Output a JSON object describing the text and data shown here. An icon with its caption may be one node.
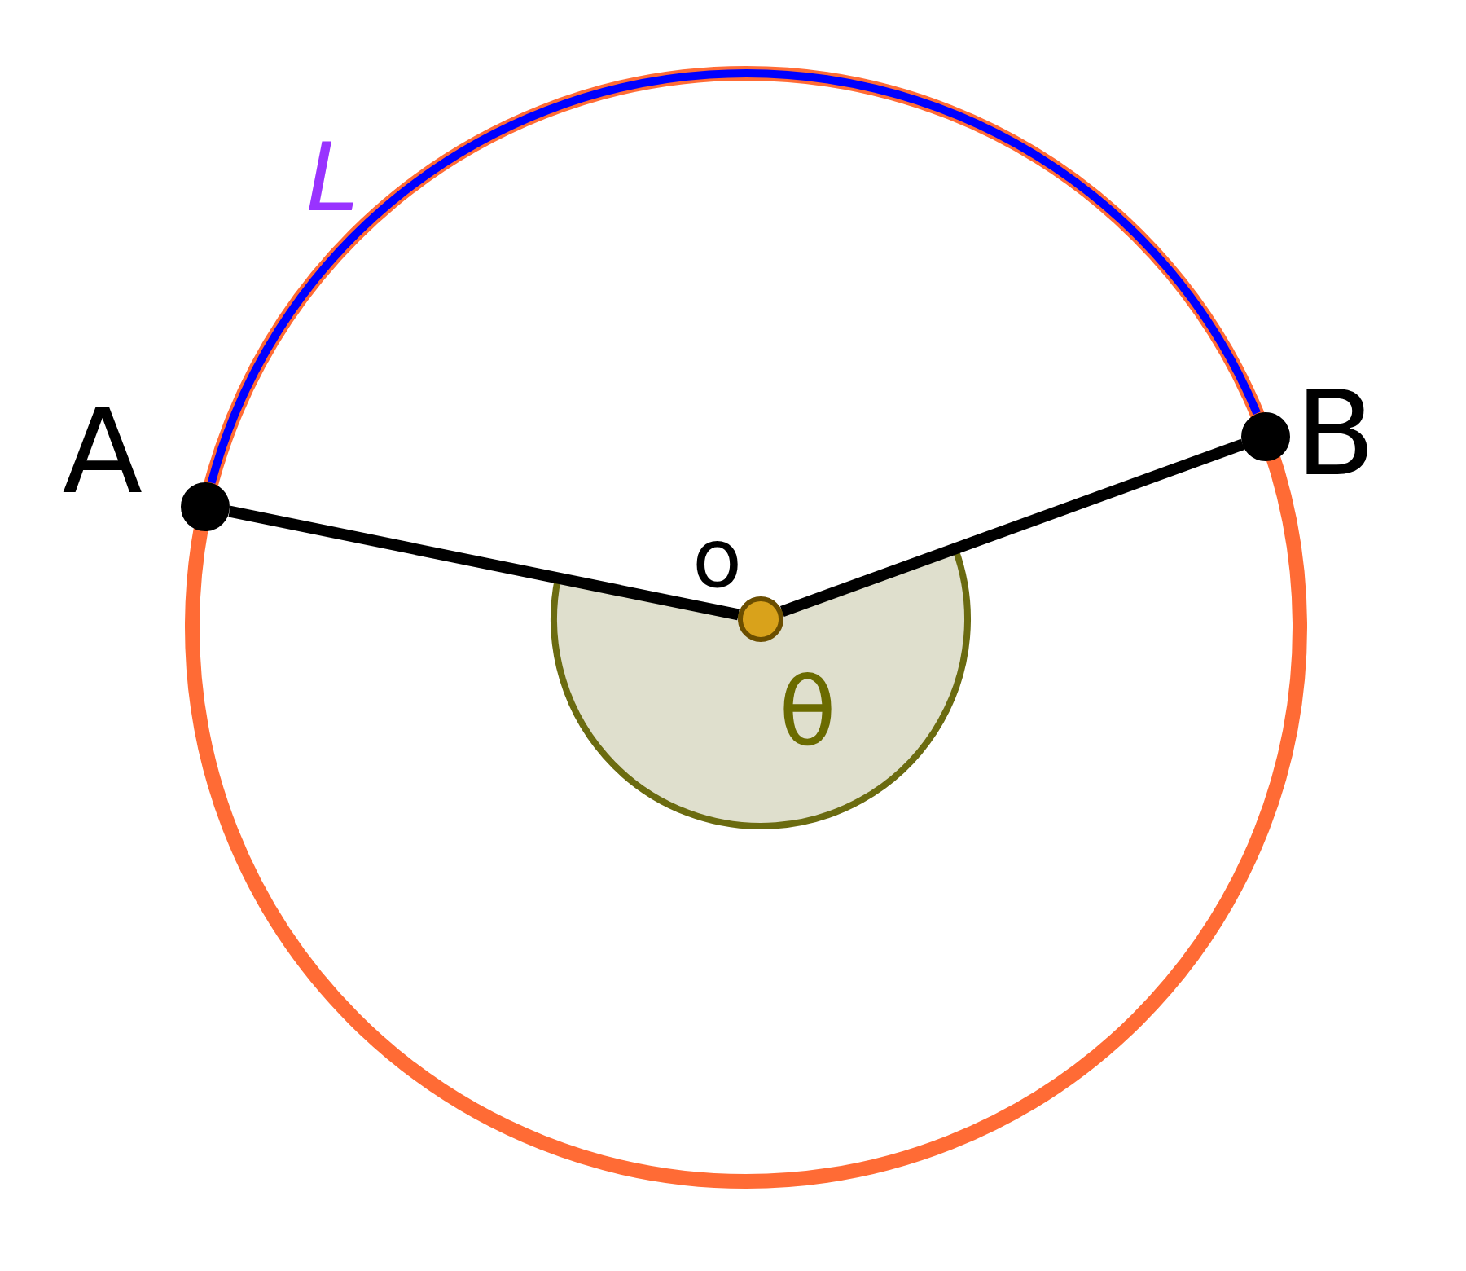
{
  "diagram": {
    "nodes": [
      {
        "text": [],
        "shape": "circle",
        "beside": [
          "A"
        ]
      },
      {
        "text": [],
        "shape": "circle",
        "beside": [
          "B"
        ]
      },
      {
        "text": [],
        "shape": "circle",
        "beside": [
          "o"
        ]
      }
    ],
    "edges": [
      {
        "from": 0,
        "to": 2,
        "arrow": "none"
      },
      {
        "from": 2,
        "to": 1,
        "arrow": "none"
      },
      {
        "from": 0,
        "to": 1,
        "arrow": "none",
        "color": "#0000ff"
      }
    ],
    "labels": [
      "L",
      "θ"
    ]
  }
}
